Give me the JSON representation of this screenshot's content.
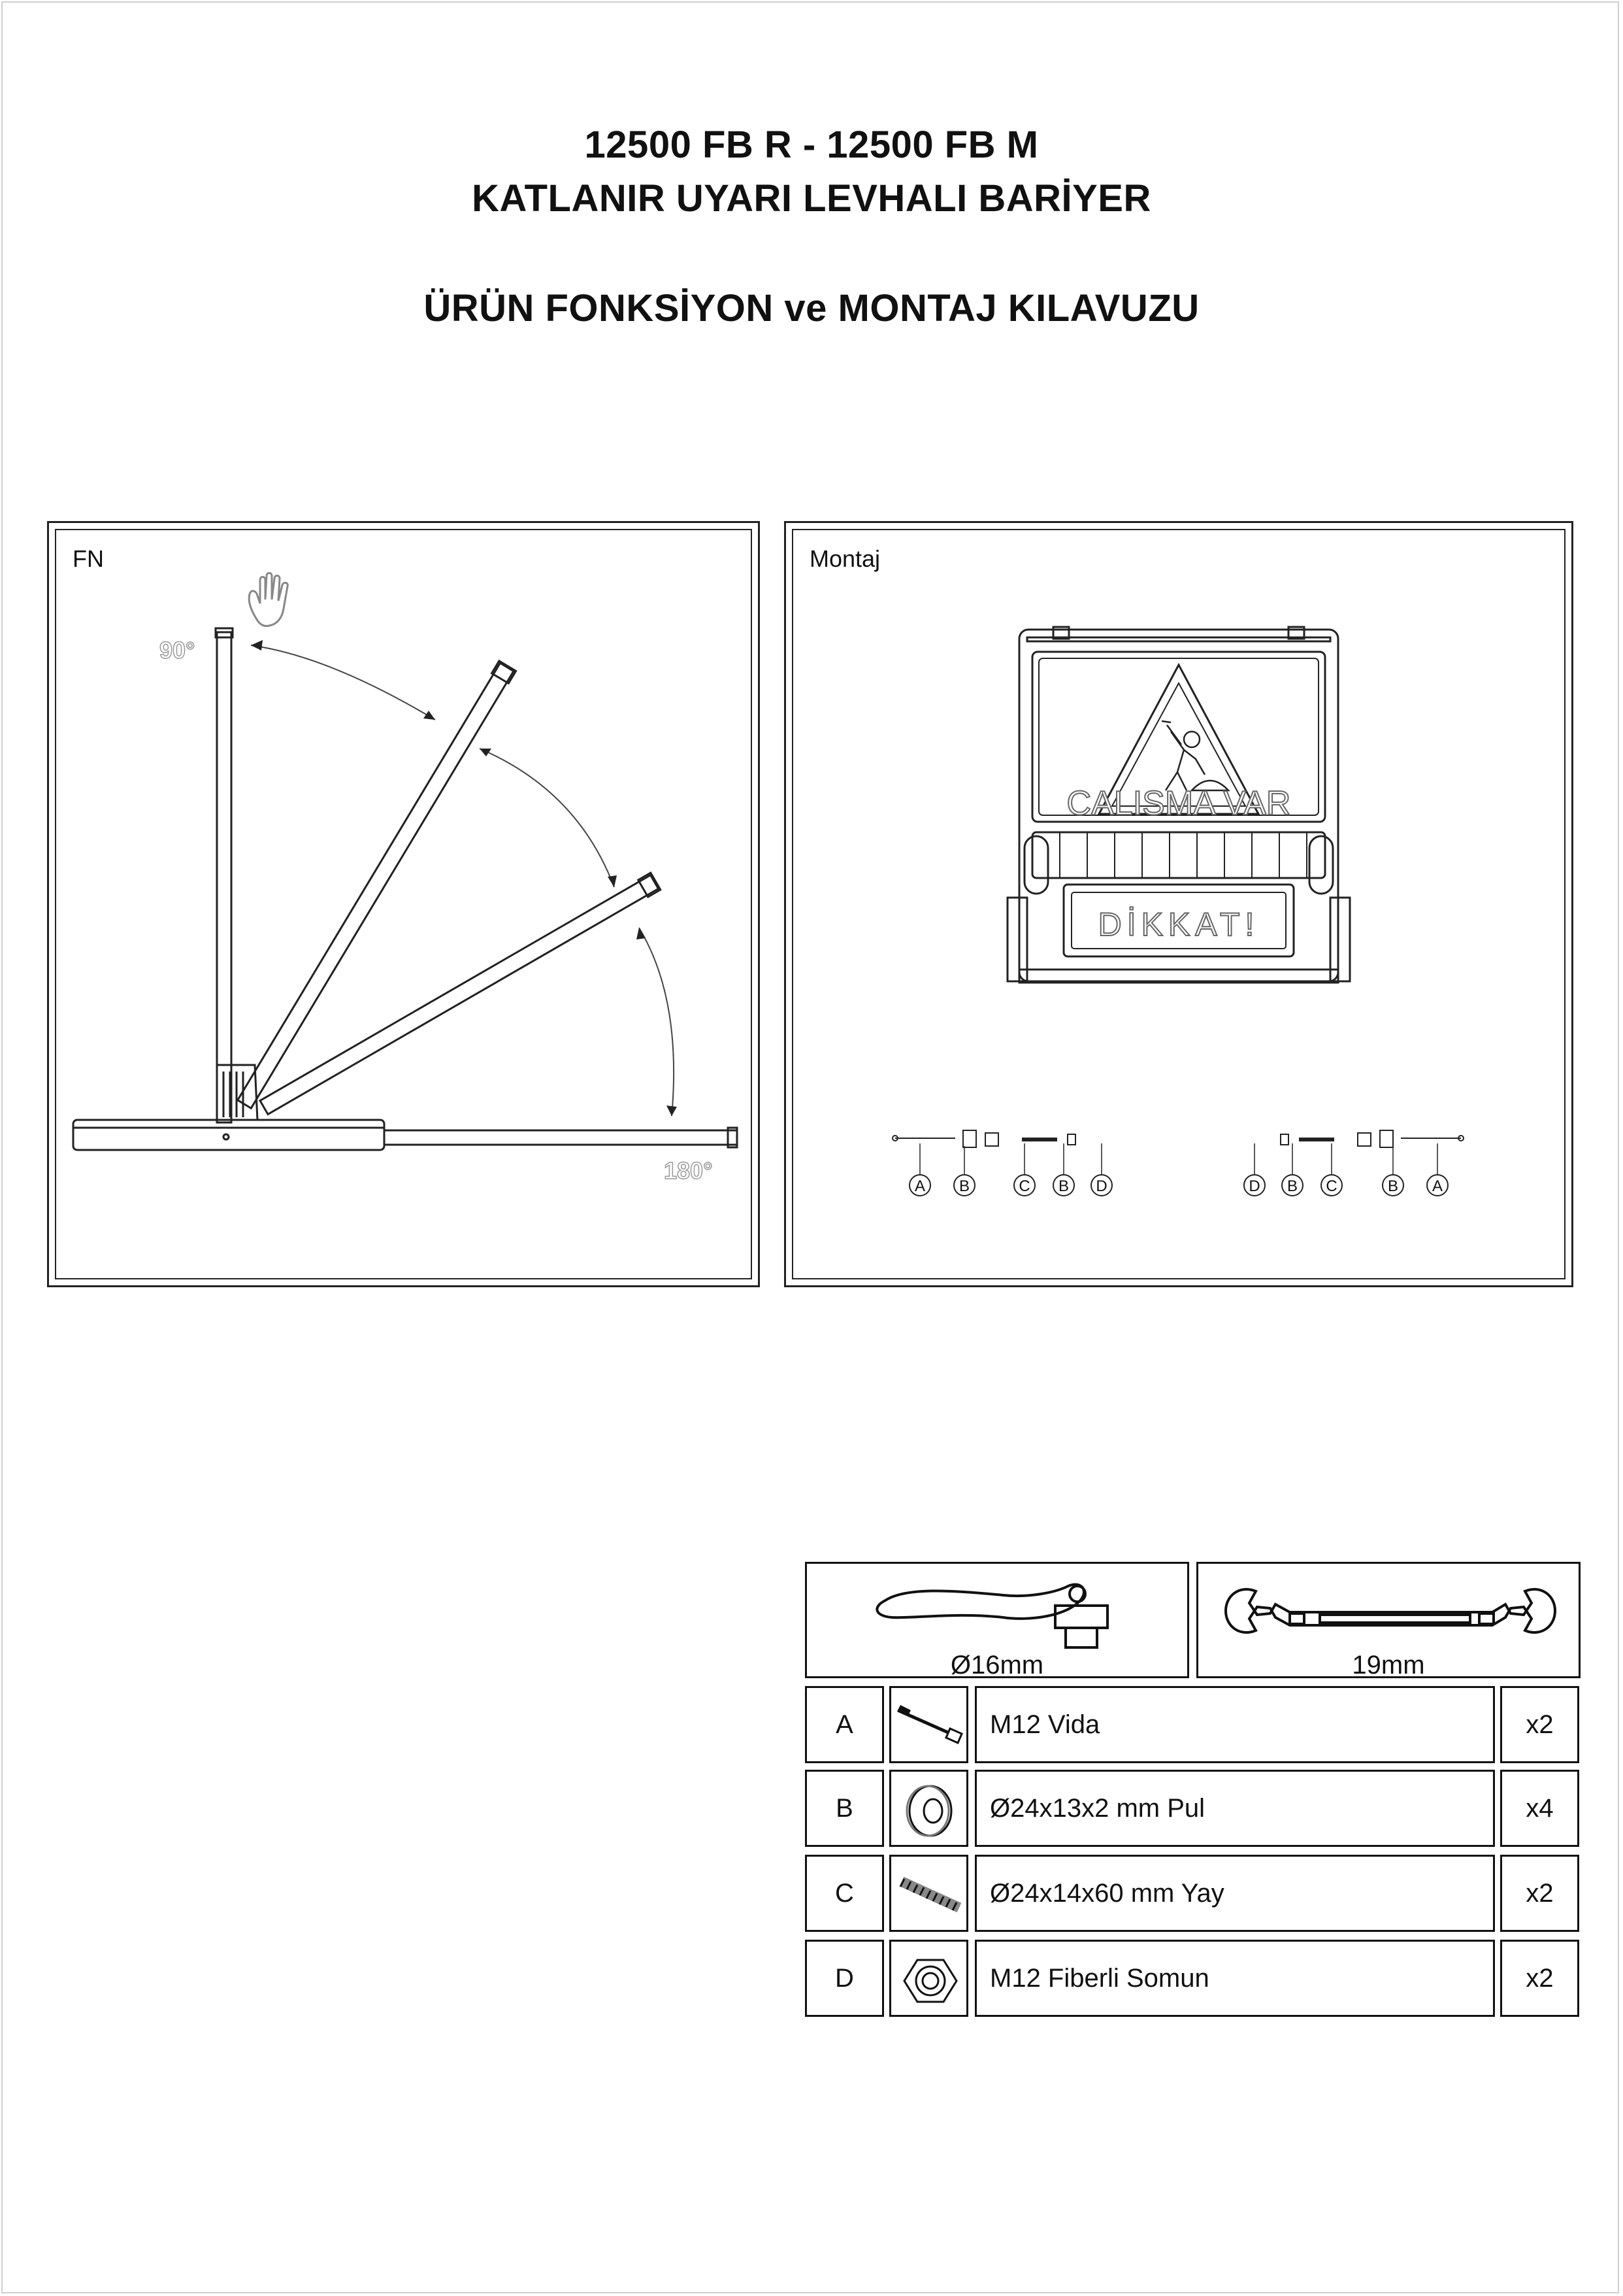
{
  "header": {
    "line1": "12500 FB R - 12500 FB M",
    "line2": "KATLANIR UYARI LEVHALI BARİYER",
    "line3": "ÜRÜN FONKSİYON ve MONTAJ KILAVUZU"
  },
  "panel_fn": {
    "label": "FN",
    "angle_90": "90°",
    "angle_180": "180°"
  },
  "panel_montaj": {
    "label": "Montaj",
    "sign_text": "CALISMA VAR",
    "lower_sign_text": "DİKKAT!",
    "callouts_left": [
      "A",
      "B",
      "C",
      "B",
      "D"
    ],
    "callouts_right": [
      "D",
      "B",
      "C",
      "B",
      "A"
    ]
  },
  "tools": [
    {
      "name": "ratchet-wrench-icon",
      "size": "Ø16mm"
    },
    {
      "name": "open-end-wrench-icon",
      "size": "19mm"
    }
  ],
  "parts": [
    {
      "code": "A",
      "icon": "bolt-icon",
      "description": "M12 Vida",
      "qty": "x2"
    },
    {
      "code": "B",
      "icon": "washer-icon",
      "description": "Ø24x13x2 mm Pul",
      "qty": "x4"
    },
    {
      "code": "C",
      "icon": "spring-icon",
      "description": "Ø24x14x60 mm Yay",
      "qty": "x2"
    },
    {
      "code": "D",
      "icon": "nut-icon",
      "description": "M12 Fiberli Somun",
      "qty": "x2"
    }
  ]
}
